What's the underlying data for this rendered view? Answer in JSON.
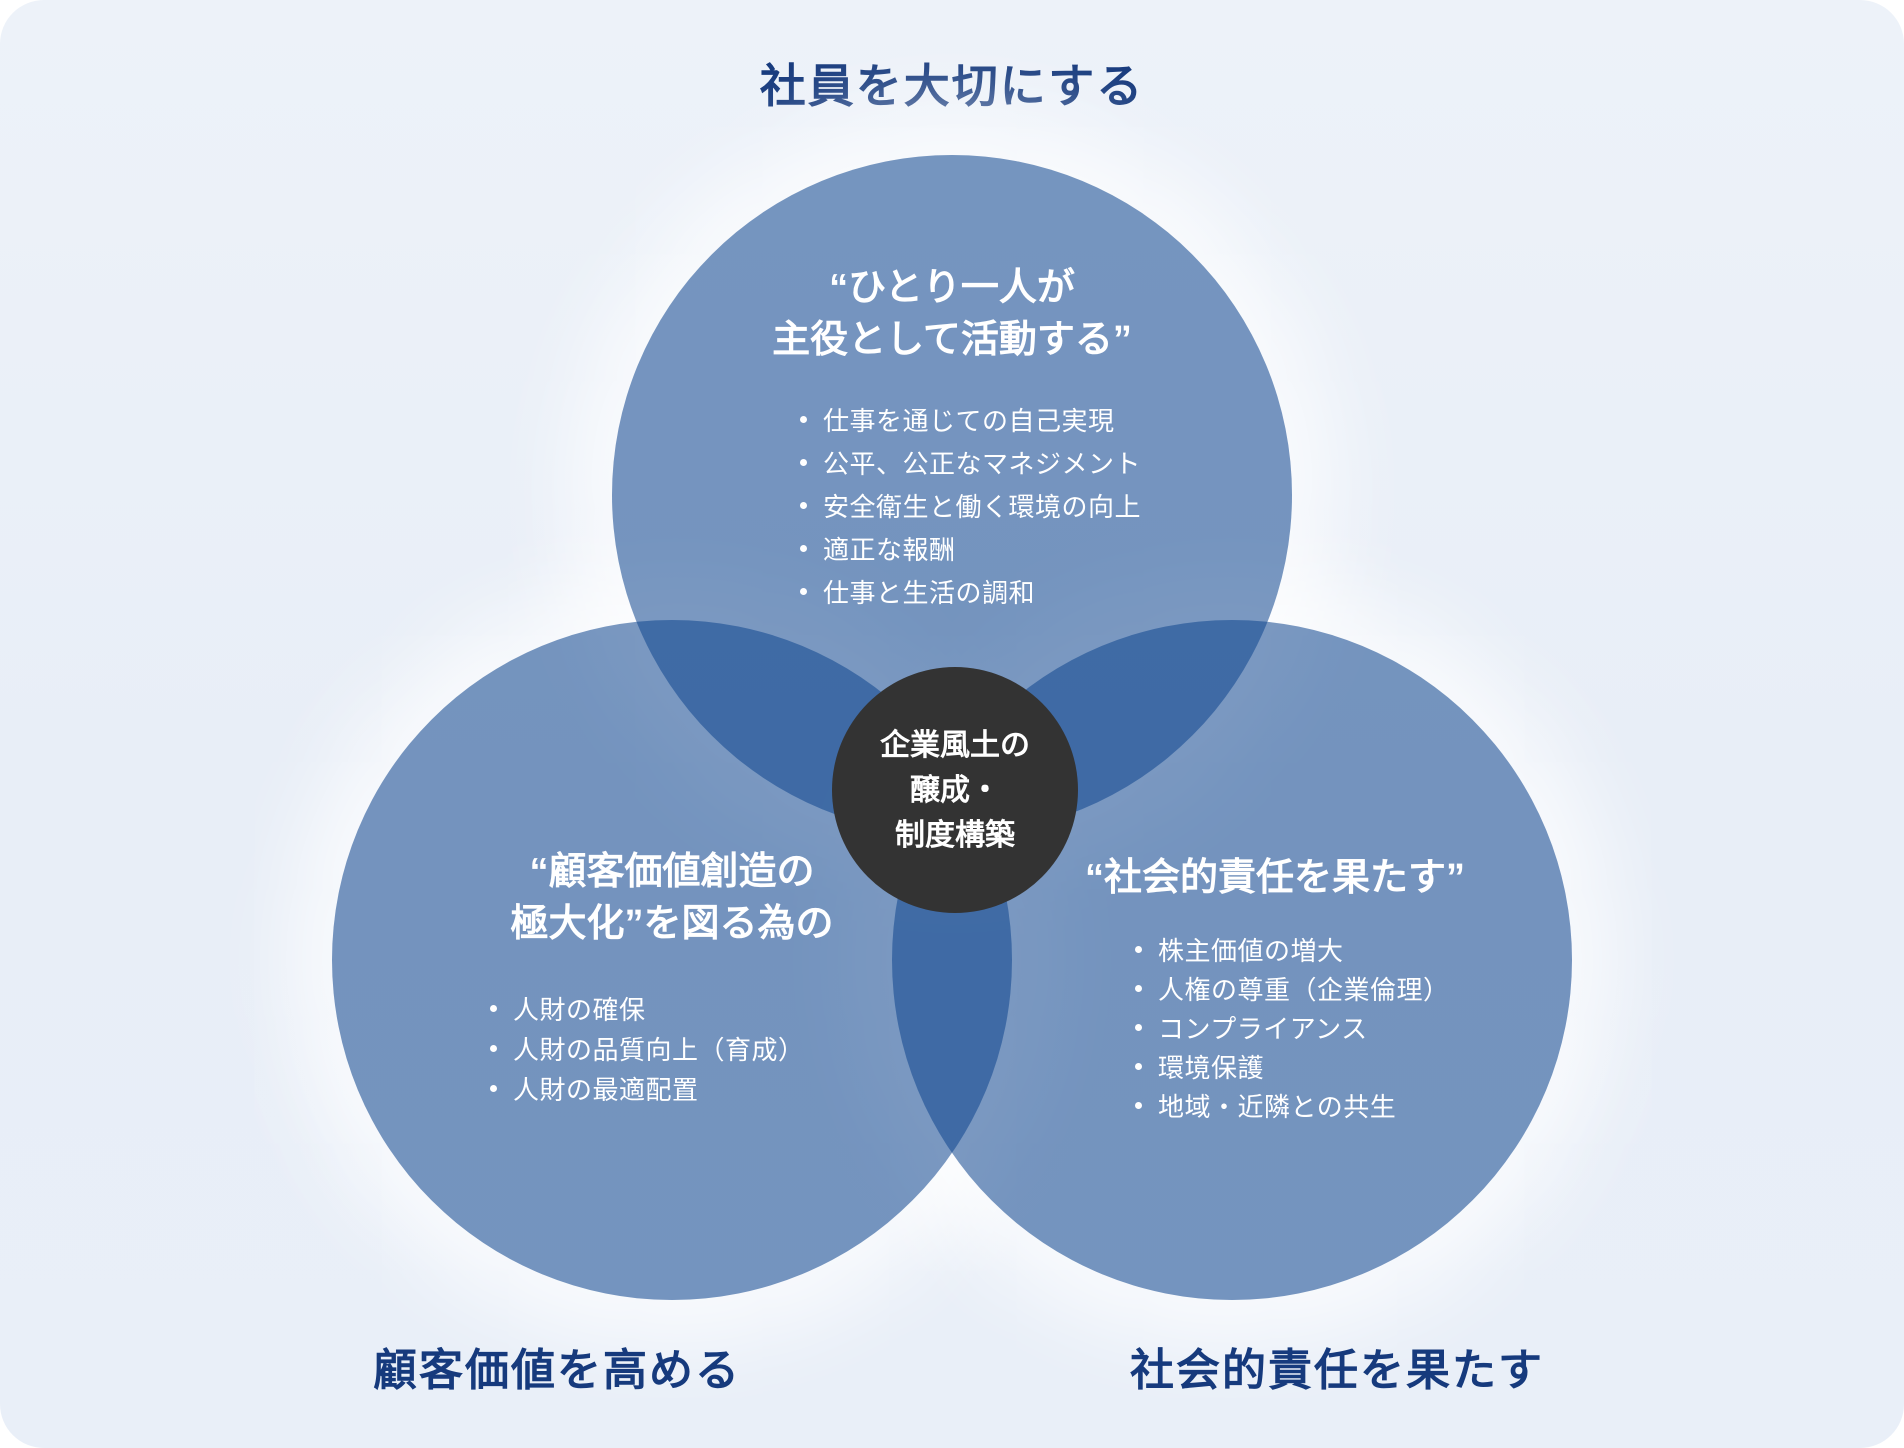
{
  "colors": {
    "background": "#E9EEF7",
    "label_navy": "#163A7D",
    "circle_blue": "rgba(20,73,143,0.55)",
    "circle_single_appearance": "#7492BF",
    "circle_overlap_appearance": "#406BA9",
    "center_circle": "#333333",
    "circle_text": "#FFFFFF"
  },
  "labels": {
    "top": "社員を大切にする",
    "bottom_left": "顧客価値を高める",
    "bottom_right": "社会的責任を果たす"
  },
  "circles": {
    "employee": {
      "title_lines": [
        "“ひとり一人が",
        "主役として活動する”"
      ],
      "bullets": [
        "仕事を通じての自己実現",
        "公平、公正なマネジメント",
        "安全衛生と働く環境の向上",
        "適正な報酬",
        "仕事と生活の調和"
      ]
    },
    "customer": {
      "title_lines": [
        "“顧客価値創造の",
        "極大化”を図る為の"
      ],
      "bullets": [
        "人財の確保",
        "人財の品質向上（育成）",
        "人財の最適配置"
      ]
    },
    "social": {
      "title": "“社会的責任を果たす”",
      "bullets": [
        "株主価値の増大",
        "人権の尊重（企業倫理）",
        "コンプライアンス",
        "環境保護",
        "地域・近隣との共生"
      ]
    }
  },
  "center": {
    "lines": [
      "企業風土の",
      "醸成・",
      "制度構築"
    ]
  }
}
